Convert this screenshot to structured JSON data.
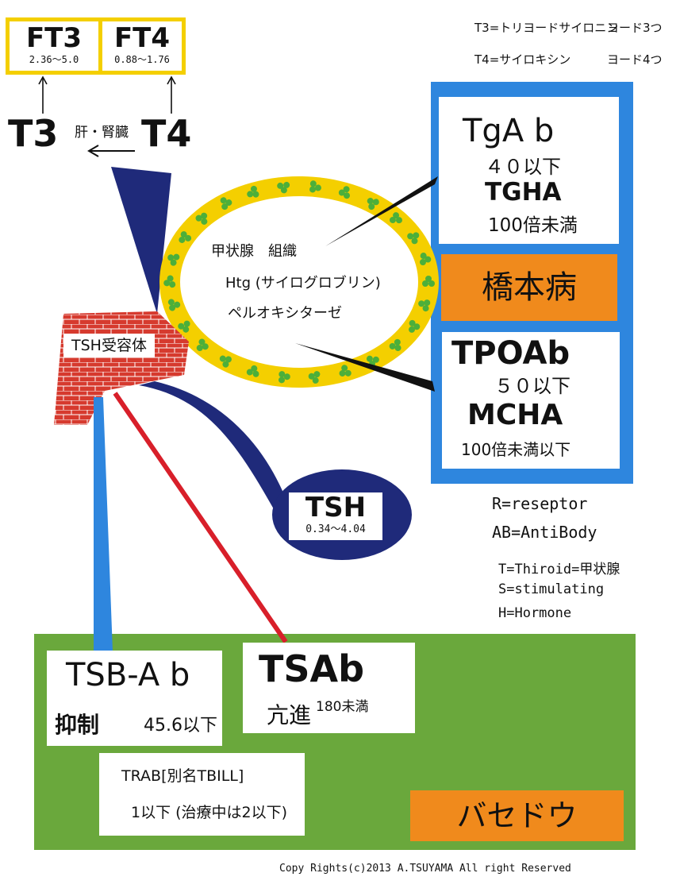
{
  "ft3": {
    "label": "FT3",
    "range": "2.36～5.0"
  },
  "ft4": {
    "label": "FT4",
    "range": "0.88～1.76"
  },
  "notes": {
    "t3": "T3=トリヨードサイロニン",
    "t3_iodine": "ヨード3つ",
    "t4": "T4=サイロキシン",
    "t4_iodine": "ヨード4つ"
  },
  "t3": "T3",
  "t4": "T4",
  "organ": "肝・腎臓",
  "thyroid": {
    "line1": "甲状腺　組織",
    "line2": "Htg (サイログロブリン)",
    "line3": "ペルオキシターゼ"
  },
  "tsh_receptor": "TSH受容体",
  "tsh": {
    "label": "TSH",
    "range": "0.34～4.04"
  },
  "hashimoto": {
    "tgab": "TgA b",
    "tgab_value": "４０以下",
    "tgha": "TGHA",
    "tgha_value": "100倍未満",
    "name": "橋本病",
    "tpoab": "TPOAb",
    "tpoab_value": "５０以下",
    "mcha": "MCHA",
    "mcha_value": "100倍未満以下"
  },
  "abbrev": {
    "r": "R=reseptor",
    "ab": "AB=AntiBody",
    "t": "T=Thiroid=甲状腺",
    "s": "S=stimulating",
    "h": "H=Hormone"
  },
  "basedow": {
    "tsbab": "TSB-A b",
    "tsbab_kind": "抑制",
    "tsbab_value": "45.6以下",
    "tsab": "TSAb",
    "tsab_kind": "亢進",
    "tsab_value": "180未満",
    "trab_line1": "TRAB[別名TBILL]",
    "trab_line2": "1以下 (治療中は2以下)",
    "name": "バセドウ"
  },
  "copyright": "Copy Rights(c)2013 A.TSUYAMA All right Reserved",
  "colors": {
    "yellow": "#f4cf00",
    "blue": "#2e86de",
    "navy": "#1f2a7a",
    "green": "#6aa83c",
    "orange": "#f08a1c",
    "brick": "#d63a2e",
    "red": "#d81f2a",
    "clover": "#4caf3a"
  }
}
